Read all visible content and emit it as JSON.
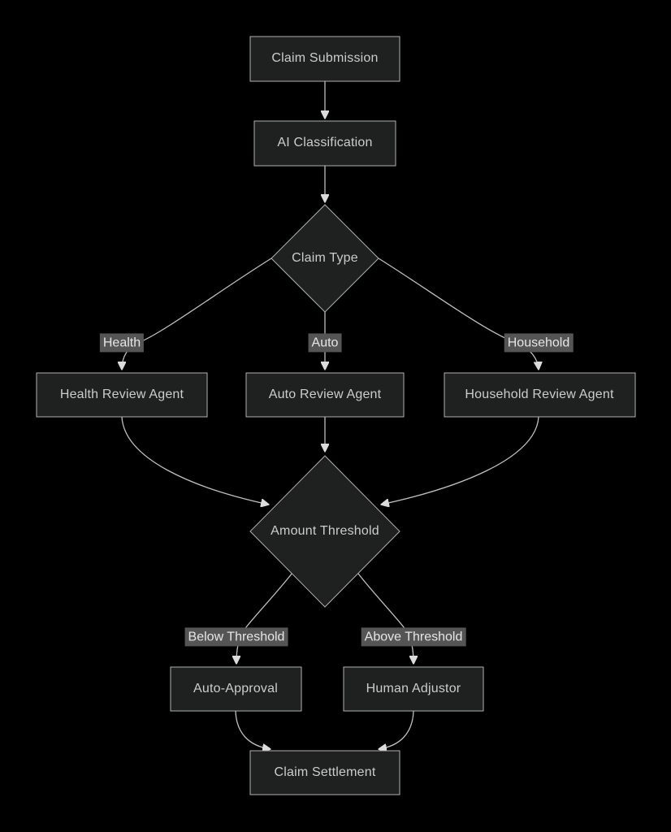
{
  "diagram": {
    "type": "flowchart",
    "direction": "top-down",
    "colors": {
      "bg": "#000000",
      "node_fill": "#1f2020",
      "node_border": "#b0b0b0",
      "node_text": "#cccccc",
      "edge_color": "#c0c0c0",
      "arrow_fill": "#dcdcdc",
      "edge_label_bg": "#555555",
      "edge_label_text": "#e6e6e6"
    },
    "nodes": [
      {
        "id": "claim_submission",
        "label": "Claim Submission",
        "shape": "rect"
      },
      {
        "id": "ai_classification",
        "label": "AI Classification",
        "shape": "rect"
      },
      {
        "id": "claim_type",
        "label": "Claim Type",
        "shape": "diamond"
      },
      {
        "id": "health_review_agent",
        "label": "Health Review Agent",
        "shape": "rect"
      },
      {
        "id": "auto_review_agent",
        "label": "Auto Review Agent",
        "shape": "rect"
      },
      {
        "id": "household_review_agent",
        "label": "Household Review Agent",
        "shape": "rect"
      },
      {
        "id": "amount_threshold",
        "label": "Amount Threshold",
        "shape": "diamond"
      },
      {
        "id": "auto_approval",
        "label": "Auto-Approval",
        "shape": "rect"
      },
      {
        "id": "human_adjustor",
        "label": "Human Adjustor",
        "shape": "rect"
      },
      {
        "id": "claim_settlement",
        "label": "Claim Settlement",
        "shape": "rect"
      }
    ],
    "edge_labels": [
      {
        "id": "health",
        "label": "Health"
      },
      {
        "id": "auto",
        "label": "Auto"
      },
      {
        "id": "household",
        "label": "Household"
      },
      {
        "id": "below_threshold",
        "label": "Below Threshold"
      },
      {
        "id": "above_threshold",
        "label": "Above Threshold"
      }
    ],
    "edges": [
      {
        "from": "claim_submission",
        "to": "ai_classification",
        "label": ""
      },
      {
        "from": "ai_classification",
        "to": "claim_type",
        "label": ""
      },
      {
        "from": "claim_type",
        "to": "health_review_agent",
        "label": "Health"
      },
      {
        "from": "claim_type",
        "to": "auto_review_agent",
        "label": "Auto"
      },
      {
        "from": "claim_type",
        "to": "household_review_agent",
        "label": "Household"
      },
      {
        "from": "health_review_agent",
        "to": "amount_threshold",
        "label": ""
      },
      {
        "from": "auto_review_agent",
        "to": "amount_threshold",
        "label": ""
      },
      {
        "from": "household_review_agent",
        "to": "amount_threshold",
        "label": ""
      },
      {
        "from": "amount_threshold",
        "to": "auto_approval",
        "label": "Below Threshold"
      },
      {
        "from": "amount_threshold",
        "to": "human_adjustor",
        "label": "Above Threshold"
      },
      {
        "from": "auto_approval",
        "to": "claim_settlement",
        "label": ""
      },
      {
        "from": "human_adjustor",
        "to": "claim_settlement",
        "label": ""
      }
    ]
  }
}
